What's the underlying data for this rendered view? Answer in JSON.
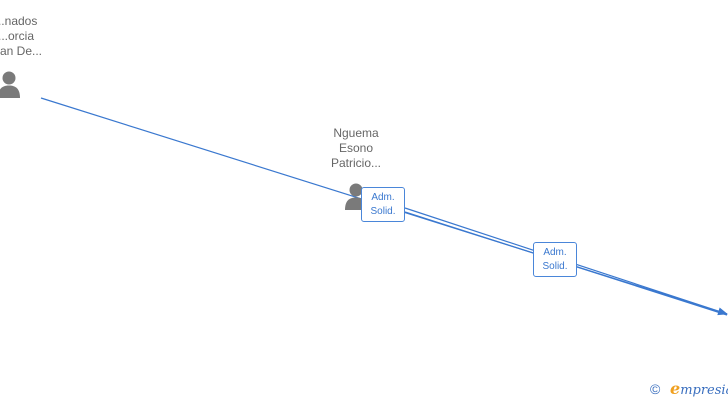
{
  "nodes": [
    {
      "id": "person-1",
      "label_lines": [
        "...nados",
        "...orcia",
        "...an De..."
      ],
      "icon": "person-icon"
    },
    {
      "id": "person-2",
      "label_lines": [
        "Nguema",
        "Esono",
        "Patricio..."
      ],
      "icon": "person-icon"
    }
  ],
  "edges": [
    {
      "from": "person-1",
      "to": "company",
      "label_lines": []
    },
    {
      "from": "person-2",
      "to": "company",
      "label_lines": [
        "Adm.",
        "Solid."
      ]
    },
    {
      "from": "person-2",
      "to": "company",
      "label_lines": [
        "Adm.",
        "Solid."
      ]
    }
  ],
  "footer": {
    "copyright_symbol": "©",
    "brand_initial": "e",
    "brand_rest": "mpresia"
  },
  "colors": {
    "edge": "#3a78cf",
    "node_icon": "#7a7a7a",
    "label_text": "#666666",
    "brand_blue": "#3a6fbf",
    "brand_orange": "#f0a020"
  }
}
